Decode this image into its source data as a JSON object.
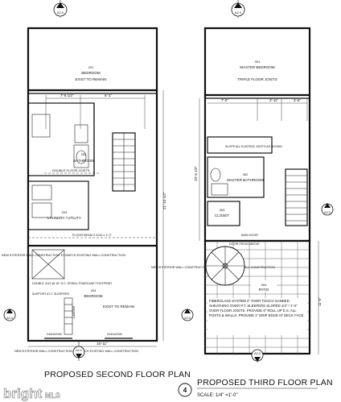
{
  "left_plan": {
    "title": "PROPOSED SECOND FLOOR PLAN",
    "room_bedroom_top": {
      "number": "201",
      "name": "BEDROOM",
      "note": "EXIST TO REMAIN"
    },
    "room_bathroom": {
      "number": "202",
      "name": "BATHROOM"
    },
    "room_laundry": {
      "number": "203",
      "name": "LAUNDRY / UTILITY"
    },
    "room_bedroom_bottom": {
      "number": "204",
      "name": "BEDROOM"
    },
    "notes": {
      "double_floor_joists": "DOUBLE FLOOR JOISTS",
      "floor_beam": "FLOOR BEAM 3 2x10 x 1'-0\"",
      "new_wall_left": "NEW EXTERIOR WALL CONSTRUCTION TO MATCH EXISTING WALL CONSTRUCTION",
      "new_wall_right": "NEW EXTERIOR WALL CONSTRUCTION TO MATCH EXISTING WALL CONSTRUCTION",
      "new_wall_bottom": "NEW EXTERIOR WALL CONSTRUCTION TO MATCH EXISTING WALL CONSTRUCTION",
      "spiral_footing": "DOUBLE 2x10 @ 16\" O.C. SPIRAL STAIRCASE FOOTPRINT",
      "support": "SUPPORT AT 2' SLEEPERS",
      "exist_to_remain": "EXIST TO REMAIN",
      "window_left": "2440x2040",
      "window_right": "2440x2040",
      "ladder": "LADDER"
    },
    "dims": {
      "top_left": "7'-8 1/2\"",
      "top_right": "6'-1\"",
      "side": "21'-10 1/2\"",
      "bottom": "15'-11\""
    },
    "markers": {
      "top": "A2.0",
      "left": "A2.0",
      "bottom": "A2.0"
    }
  },
  "right_plan": {
    "number": "4",
    "title": "PROPOSED THIRD FLOOR PLAN",
    "scale": "SCALE: 1/4\" =1'-0\"",
    "room_master_bedroom": {
      "number": "301",
      "name": "MASTER BEDROOM",
      "note": "TRIPLE FLOOR JOISTS"
    },
    "room_master_bath": {
      "number": "302",
      "name": "MASTER BATHROOM"
    },
    "room_closet": {
      "number": "303",
      "name": "CLOSET"
    },
    "room_patio": {
      "number": "304",
      "name": "PATIO"
    },
    "notes": {
      "joists": "TRIPLE FLOOR JOISTS",
      "shower_note": "SLOPE ALL EXISTING JOISTS AS SHOWN",
      "door": "DOOR FROM ABOVE",
      "patio_spec": "FIBERGLASS SYSTEM 2\" OVER TOUCH SANDED SHEATHING OVER P.T. SLEEPERS SLOPED 1/4\" / 1'-0\" OVER FLOOR JOISTS. PROVIDE 6\" ROLL UP E.S. ALL POSTS & WALLS. PROVIDE 1\" DRIP EDGE AT DECK FACE.",
      "opening": "6066 DOOR"
    },
    "dims": {
      "a": "7'-0\"",
      "b": "3'-11\"",
      "c": "3'-6\"",
      "side": "10'-6 1/2\"",
      "bottom_side": "11'-5\""
    },
    "markers": {
      "top": "A2.0",
      "left": "A2.0",
      "right": "A2.0",
      "bottom": "A2.0"
    }
  },
  "watermark": "bright",
  "watermark_suffix": "MLS"
}
